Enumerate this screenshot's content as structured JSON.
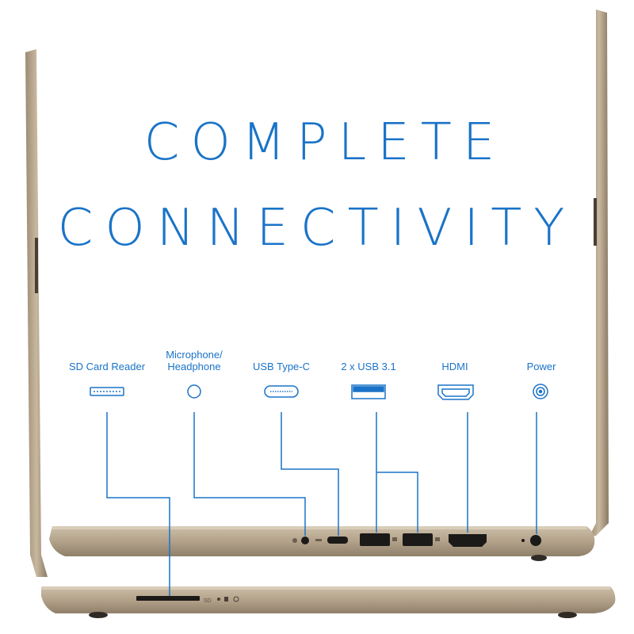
{
  "headline": {
    "line1": "COMPLETE",
    "line2": "CONNECTIVITY",
    "color": "#1a73c8"
  },
  "ports": [
    {
      "id": "sd-card-reader",
      "label": "SD Card Reader",
      "icon": "sd-slot-icon"
    },
    {
      "id": "microphone-headphone",
      "label_line1": "Microphone/",
      "label_line2": "Headphone",
      "icon": "audio-jack-icon"
    },
    {
      "id": "usb-type-c",
      "label": "USB Type-C",
      "icon": "usb-c-icon"
    },
    {
      "id": "usb-3-1",
      "label": "2 x USB 3.1",
      "icon": "usb-a-icon"
    },
    {
      "id": "hdmi",
      "label": "HDMI",
      "icon": "hdmi-icon"
    },
    {
      "id": "power",
      "label": "Power",
      "icon": "power-jack-icon"
    }
  ],
  "laptop": {
    "body_color": "#b4a48e",
    "side_port_marks": [
      "SD"
    ]
  }
}
